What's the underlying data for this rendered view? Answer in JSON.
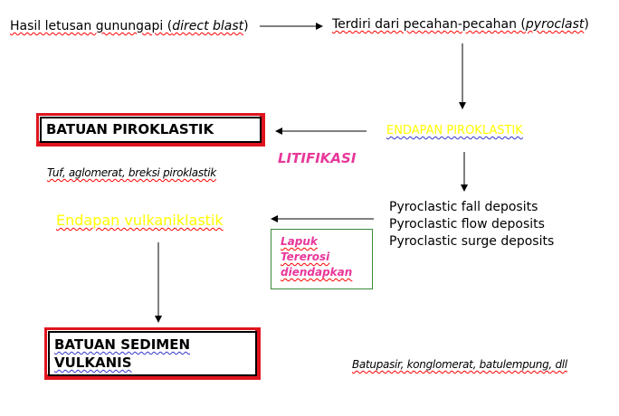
{
  "top_left": {
    "prefix": "Hasil letusan gunungapi (",
    "italic": "direct blast",
    "suffix": ")"
  },
  "top_right": {
    "prefix": "Terdiri dari pecahan-pecahan  (",
    "italic": "pyroclast",
    "suffix": ")"
  },
  "endapan_piroklastik": "ENDAPAN  PIROKLASTIK",
  "batuan_piroklastik": "BATUAN PIROKLASTIK",
  "litifikasi": "LITIFIKASI",
  "examples_piroklastik": "Tuf, aglomerat, breksi piroklastik",
  "deposits": [
    "Pyroclastic fall deposits",
    "Pyroclastic flow deposits",
    "Pyroclastic surge deposits"
  ],
  "endapan_vulkaniklastik": "Endapan  vulkaniklastik",
  "process_box": [
    "Lapuk",
    "Tererosi",
    "diendapkan"
  ],
  "batuan_sedimen_vulkanis": [
    "BATUAN  SEDIMEN",
    "VULKANIS"
  ],
  "examples_sedimen": "Batupasir, konglomerat, batulempung, dll",
  "colors": {
    "red_border": "#e0141e",
    "yellow": "#ffff00",
    "magenta": "#e8379a",
    "green": "#3a8a3a"
  }
}
